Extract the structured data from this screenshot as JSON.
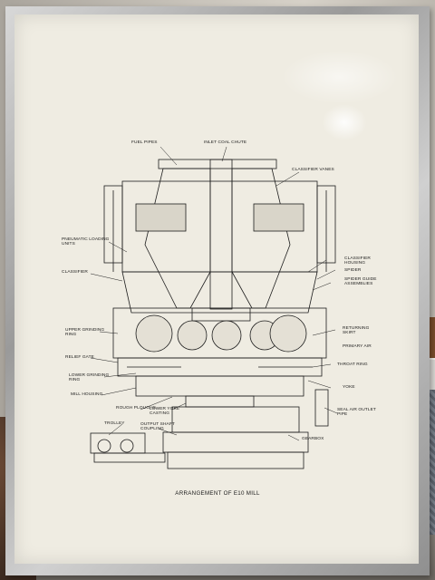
{
  "poster": {
    "title": "ARRANGEMENT OF E10 MILL",
    "labels": {
      "fuel_pipes": "FUEL PIPES",
      "inlet_coal_chute": "INLET COAL CHUTE",
      "classifier_vanes": "CLASSIFIER VANES",
      "pneumatic_loading_units": "PNEUMATIC LOADING UNITS",
      "classifier_left": "CLASSIFIER",
      "classifier_housing": "CLASSIFIER HOUSING",
      "spider": "SPIDER",
      "spider_guide_assemblies": "SPIDER GUIDE ASSEMBLIES",
      "upper_grinding_ring": "UPPER GRINDING RING",
      "returning_skirt": "RETURNING SKIRT",
      "primary_air": "PRIMARY AIR",
      "relief_gate": "RELIEF GATE",
      "throat_ring": "THROAT RING",
      "lower_grinding_ring": "LOWER GRINDING RING",
      "mill_housing": "MILL HOUSING",
      "yoke": "YOKE",
      "seal_air_outlet_pipe": "SEAL AIR OUTLET PIPE",
      "trolley": "TROLLEY",
      "output_shaft_coupling": "OUTPUT SHAFT COUPLING",
      "lower_yoke_casting": "LOWER YOKE CASTING",
      "rough_plough": "ROUGH PLOUGHS",
      "gearbox": "GEARBOX"
    }
  }
}
